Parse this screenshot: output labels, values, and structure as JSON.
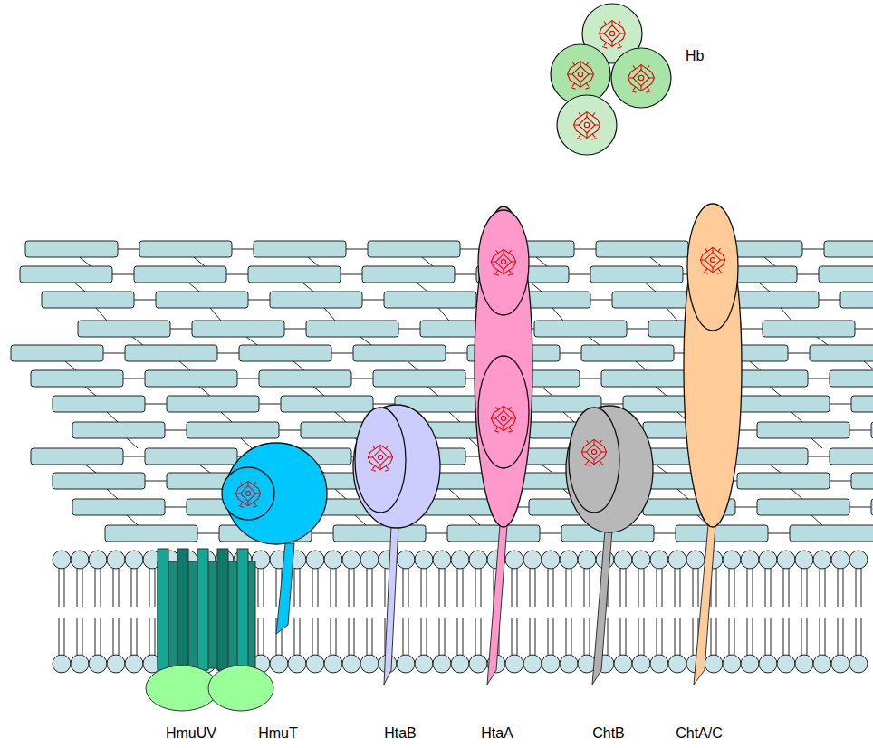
{
  "diagram": {
    "labels": [
      "Hb",
      "HmuUV",
      "HmuT",
      "HtaB",
      "HtaA",
      "ChtB",
      "ChtA/C"
    ]
  }
}
